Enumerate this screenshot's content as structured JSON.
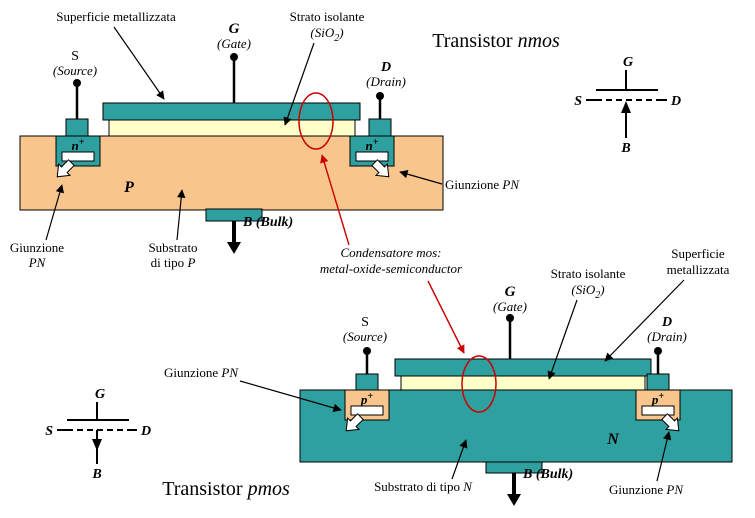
{
  "colors": {
    "teal": "#2FA0A0",
    "peach": "#F8C68C",
    "oxide_yellow": "#FFFFC9",
    "red": "#CC0000"
  },
  "shared": {
    "capacitor_note_line1": "Condensatore mos:",
    "capacitor_note_line2": "metal-oxide-semiconductor"
  },
  "nmos": {
    "title_word": "Transistor ",
    "title_device": "nmos",
    "label_metallization": "Superficie metallizzata",
    "label_insulator": "Strato isolante",
    "insulator_pre": "(SiO",
    "insulator_sub": "2",
    "insulator_post": ")",
    "source_letter": "S",
    "source_name": "(Source)",
    "gate_letter": "G",
    "gate_name": "(Gate)",
    "drain_letter": "D",
    "drain_name": "(Drain)",
    "well_letter": "n",
    "well_sup": "+",
    "substrate_letter": "P",
    "bulk_label": "B (Bulk)",
    "junction_word": "Giunzione ",
    "junction_pn": "PN",
    "junction_left_line1": "Giunzione",
    "junction_left_line2": "PN",
    "substrate_note_line1": "Substrato",
    "substrate_note_line2_pre": "di tipo ",
    "substrate_note_letter": "P"
  },
  "pmos": {
    "title_word": "Transistor ",
    "title_device": "pmos",
    "label_metallization_line1": "Superficie",
    "label_metallization_line2": "metallizzata",
    "label_insulator": "Strato isolante",
    "insulator_pre": "(SiO",
    "insulator_sub": "2",
    "insulator_post": ")",
    "source_letter": "S",
    "source_name": "(Source)",
    "gate_letter": "G",
    "gate_name": "(Gate)",
    "drain_letter": "D",
    "drain_name": "(Drain)",
    "well_letter": "p",
    "well_sup": "+",
    "substrate_letter": "N",
    "bulk_label": "B (Bulk)",
    "junction_word": "Giunzione ",
    "junction_pn": "PN",
    "substrate_note_pre": "Substrato di tipo ",
    "substrate_note_letter": "N"
  },
  "symbols": {
    "nmos": {
      "gate": "G",
      "source": "S",
      "drain": "D",
      "bulk": "B"
    },
    "pmos": {
      "gate": "G",
      "source": "S",
      "drain": "D",
      "bulk": "B"
    }
  }
}
